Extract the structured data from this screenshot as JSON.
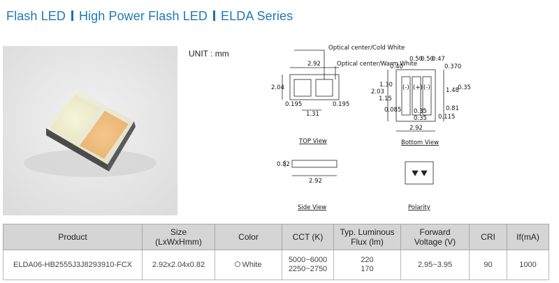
{
  "header": {
    "crumb1": "Flash LED",
    "crumb2": "High Power Flash LED",
    "crumb3": "ELDA Series"
  },
  "unit_label": "UNIT : mm",
  "drawings": {
    "top_view": {
      "label": "TOP View",
      "optical_center_cold": "Optical center/Cold White",
      "optical_center_warm": "Optical center/Warm White",
      "dim_width": "2.92",
      "dim_height": "2.04",
      "dim_left": "0.195",
      "dim_right": "0.195",
      "dim_bottom": "1.31"
    },
    "bottom_view": {
      "label": "Bottom View",
      "dim_050": "0.50",
      "dim_050b": "0.50",
      "dim_047": "0.47",
      "dim_040": "0.40",
      "dim_0370": "0.370",
      "dim_203": "2.03",
      "dim_115": "1.15",
      "dim_130": "1.30",
      "dim_148": "1.48",
      "dim_035": "0.35",
      "dim_0085": "0.085",
      "dim_035b": "0.35",
      "dim_035c": "0.35",
      "dim_081": "0.81",
      "dim_0115": "0.115",
      "dim_width": "2.92",
      "minus": "(-)",
      "plus": "(+)"
    },
    "side_view": {
      "label": "Side View",
      "dim_height": "0.82",
      "dim_width": "2.92"
    },
    "polarity": {
      "label": "Polarity"
    }
  },
  "table": {
    "headers": {
      "product": "Product",
      "size_line1": "Size",
      "size_line2": "(LxWxHmm)",
      "color": "Color",
      "cct": "CCT (K)",
      "flux_line1": "Typ. Luminous",
      "flux_line2": "Flux (lm)",
      "voltage_line1": "Forward",
      "voltage_line2": "Voltage (V)",
      "cri": "CRI",
      "if": "If(mA)"
    },
    "row": {
      "product": "ELDA06-HB2555J3J8293910-FCX",
      "size": "2.92x2.04x0.82",
      "color": "White",
      "cct_1": "5000~6000",
      "cct_2": "2250~2750",
      "flux_1": "220",
      "flux_2": "170",
      "voltage": "2.95~3.95",
      "cri": "90",
      "if": "1000"
    }
  },
  "colors": {
    "title": "#1f78b8",
    "header_bg": "#d5d5d5",
    "border": "#a7a7a7"
  }
}
